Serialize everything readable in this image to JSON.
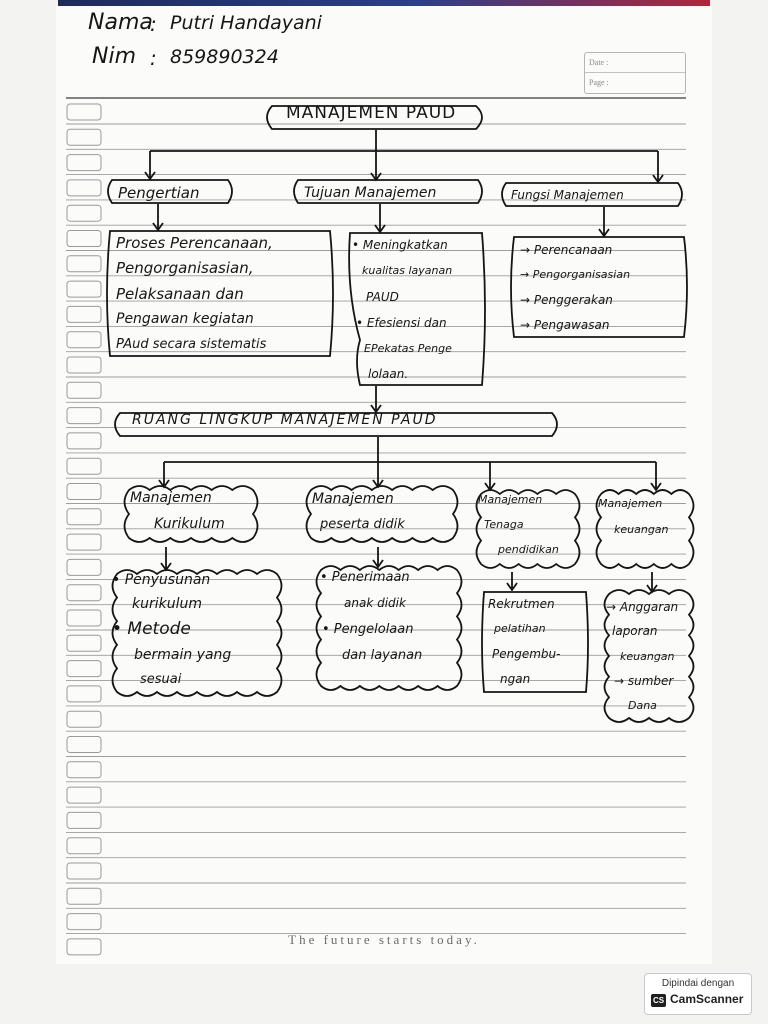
{
  "header": {
    "nama_label": "Nama",
    "nama_value": "Putri Handayani",
    "nim_label": "Nim",
    "nim_value": "859890324",
    "sep": ":"
  },
  "datebox": {
    "date_label": "Date :",
    "page_label": "Page :"
  },
  "title": "MANAJEMEN PAUD",
  "row1": [
    {
      "label": "Pengertian",
      "lines": [
        "Proses Perencanaan,",
        "Pengorganisasian,",
        "Pelaksanaan dan",
        "Pengawan kegiatan",
        "PAud secara sistematis"
      ]
    },
    {
      "label": "Tujuan Manajemen",
      "lines": [
        "• Meningkatkan",
        "kualitas layanan",
        "PAUD",
        "• Efesiensi dan",
        "EPekatas Penge",
        "lolaan."
      ]
    },
    {
      "label": "Fungsi Manajemen",
      "lines": [
        "→ Perencanaan",
        "→ Pengorganisasian",
        "→ Penggerakan",
        "→ Pengawasan"
      ]
    }
  ],
  "scope_title": "RUANG LINGKUP MANAJEMEN PAUD",
  "row2": [
    {
      "label_lines": [
        "Manajemen",
        "Kurikulum"
      ],
      "lines": [
        "• Penyusunan",
        "kurikulum",
        "• Metode",
        "bermain yang",
        "sesuai"
      ]
    },
    {
      "label_lines": [
        "Manajemen",
        "peserta didik"
      ],
      "lines": [
        "• Penerimaan",
        "anak didik",
        "• Pengelolaan",
        "dan layanan"
      ]
    },
    {
      "label_lines": [
        "Manajemen",
        "Tenaga",
        "pendidikan"
      ],
      "lines": [
        "Rekrutmen",
        "pelatihan",
        "Pengembu-",
        "ngan"
      ]
    },
    {
      "label_lines": [
        "Manajemen",
        "keuangan"
      ],
      "lines": [
        "→ Anggaran",
        "laporan",
        "keuangan",
        "→ sumber",
        "Dana"
      ]
    }
  ],
  "footer": "The future starts today.",
  "scanner": {
    "caption": "Dipindai dengan",
    "logo": "CS",
    "brand": "CamScanner"
  }
}
